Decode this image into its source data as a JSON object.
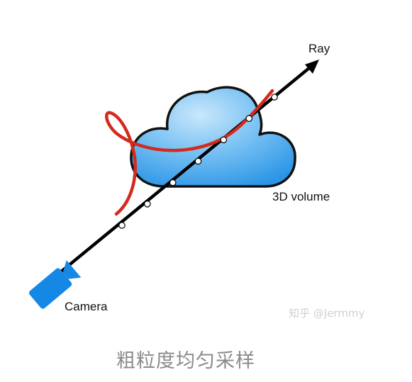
{
  "labels": {
    "ray": "Ray",
    "volume": "3D volume",
    "camera": "Camera"
  },
  "watermark": "知乎 @Jermmy",
  "caption": "粗粒度均匀采样",
  "sample_count": 7,
  "icons": {
    "camera": "video-camera-icon",
    "volume": "cloud-icon",
    "density": "density-curve",
    "ray": "ray-arrow"
  },
  "colors": {
    "cloud_light": "#c9e7fb",
    "cloud_dark": "#2a95e6",
    "cloud_stroke": "#111111",
    "ray": "#000000",
    "density_curve": "#d42a1c",
    "camera": "#1588e6",
    "sample_point": "#ffffff"
  }
}
